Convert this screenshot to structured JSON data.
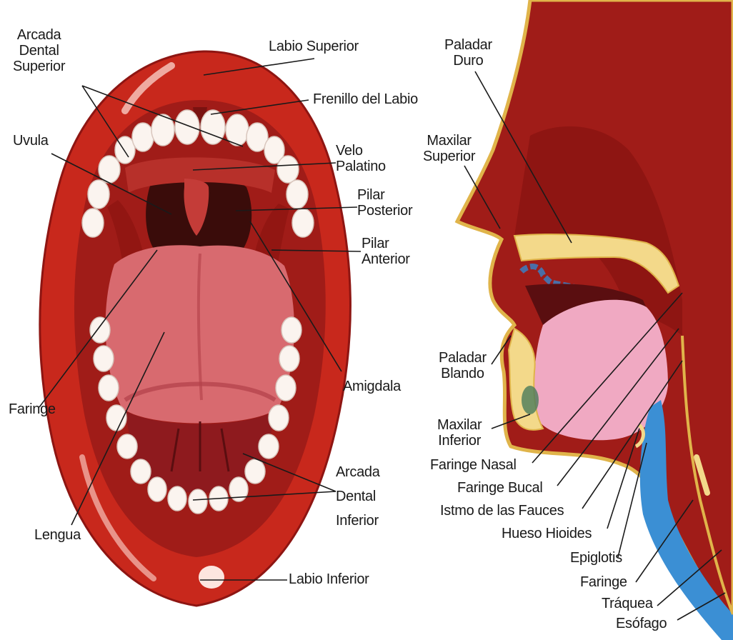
{
  "colors": {
    "lip": "#c8281c",
    "lip_dark": "#8e1512",
    "mouth_inside": "#a01c18",
    "throat_dark": "#3a0c0a",
    "tongue": "#d86a6f",
    "tongue_dark": "#b24048",
    "teeth": "#fbf4ef",
    "gray_background": "#8a8a8a",
    "bone_yellow": "#f3d98a",
    "skin_line": "#e0b44a",
    "airway_blue": "#3b8fd4",
    "pink_tongue_section": "#f0a9c2"
  },
  "front_view": {
    "labels": {
      "arcada_superior": [
        "Arcada",
        "Dental",
        "Superior"
      ],
      "labio_superior": [
        "Labio Superior"
      ],
      "frenillo": [
        "Frenillo del Labio"
      ],
      "uvula": [
        "Uvula"
      ],
      "velo_palatino": [
        "Velo",
        "Palatino"
      ],
      "pilar_posterior": [
        "Pilar",
        "Posterior"
      ],
      "pilar_anterior": [
        "Pilar",
        "Anterior"
      ],
      "amigdala": [
        "Amigdala"
      ],
      "faringe": [
        "Faringe"
      ],
      "arcada_inferior": [
        "Arcada",
        "Dental",
        "Inferior"
      ],
      "lengua": [
        "Lengua"
      ],
      "labio_inferior": [
        "Labio Inferior"
      ]
    }
  },
  "side_view": {
    "labels": {
      "paladar_duro": [
        "Paladar",
        "Duro"
      ],
      "maxilar_superior": [
        "Maxilar",
        "Superior"
      ],
      "paladar_blando": [
        "Paladar",
        "Blando"
      ],
      "maxilar_inferior": [
        "Maxilar",
        "Inferior"
      ],
      "faringe_nasal": [
        "Faringe Nasal"
      ],
      "faringe_bucal": [
        "Faringe Bucal"
      ],
      "istmo": [
        "Istmo de las Fauces"
      ],
      "hueso_hioides": [
        "Hueso Hioides"
      ],
      "epiglotis": [
        "Epiglotis"
      ],
      "faringe": [
        "Faringe"
      ],
      "traquea": [
        "Tráquea"
      ],
      "esofago": [
        "Esófago"
      ]
    }
  }
}
